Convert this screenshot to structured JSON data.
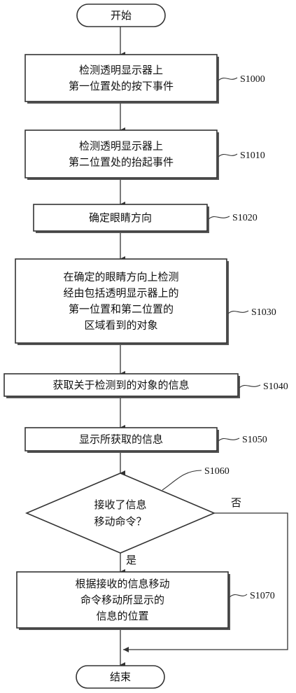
{
  "start": {
    "label": "开始"
  },
  "end": {
    "label": "结束"
  },
  "steps": [
    {
      "id": "S1000",
      "lines": [
        "检测透明显示器上",
        "第一位置处的按下事件"
      ]
    },
    {
      "id": "S1010",
      "lines": [
        "检测透明显示器上",
        "第二位置处的抬起事件"
      ]
    },
    {
      "id": "S1020",
      "lines": [
        "确定眼睛方向"
      ]
    },
    {
      "id": "S1030",
      "lines": [
        "在确定的眼睛方向上检测",
        "经由包括透明显示器上的",
        "第一位置和第二位置的",
        "区域看到的对象"
      ]
    },
    {
      "id": "S1040",
      "lines": [
        "获取关于检测到的对象的信息"
      ]
    },
    {
      "id": "S1050",
      "lines": [
        "显示所获取的信息"
      ]
    },
    {
      "id": "S1070",
      "lines": [
        "根据接收的信息移动",
        "命令移动所显示的",
        "信息的位置"
      ]
    }
  ],
  "decision": {
    "id": "S1060",
    "lines": [
      "接收了信息",
      "移动命令？"
    ],
    "yes_label": "是",
    "no_label": "否"
  },
  "colors": {
    "stroke": "#333333",
    "shadow": "#555555",
    "fill": "#ffffff"
  }
}
